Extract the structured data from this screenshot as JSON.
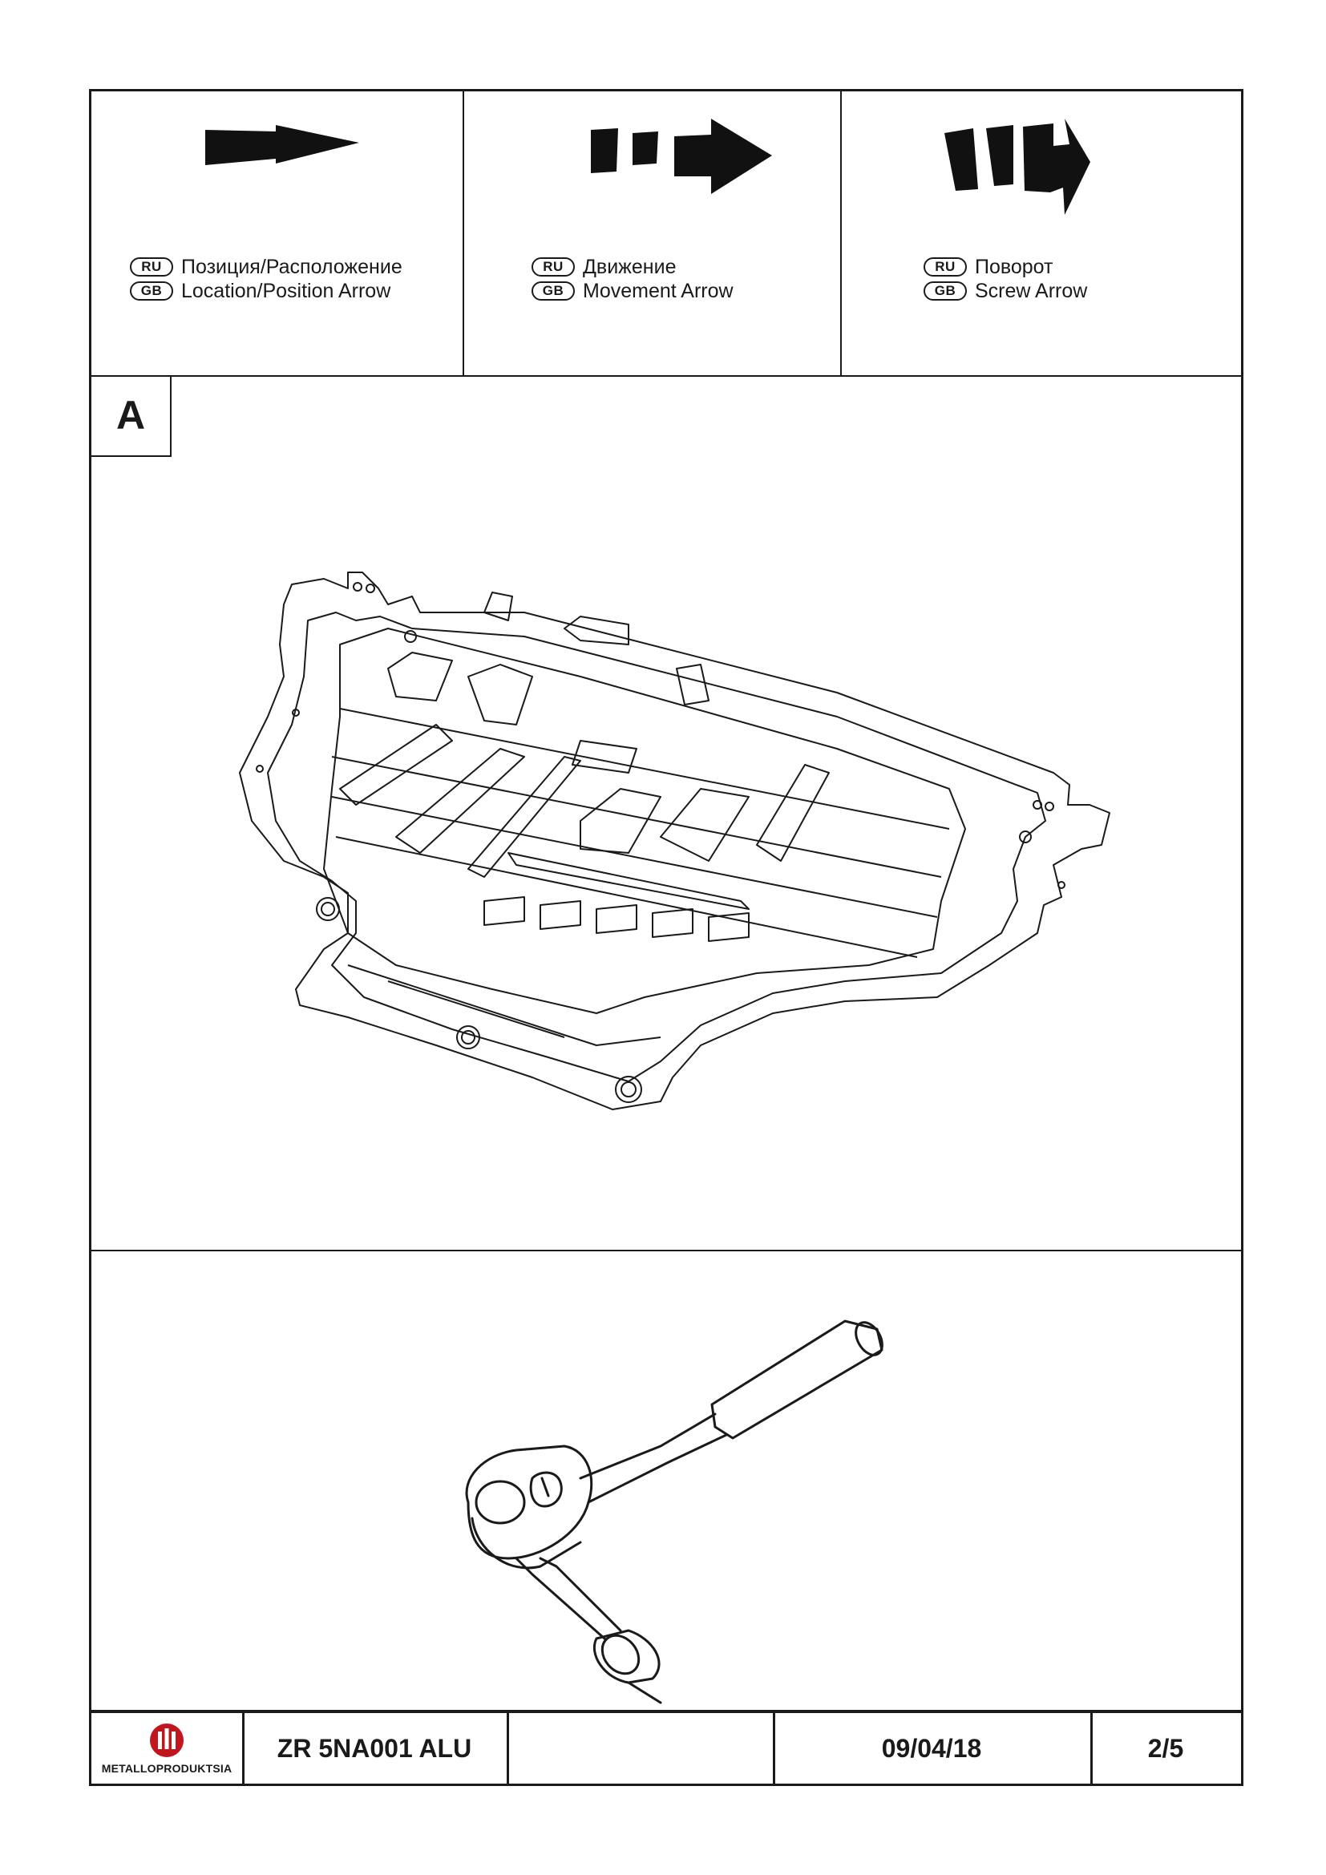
{
  "legend": [
    {
      "icon": "location-arrow-icon",
      "ru_badge": "RU",
      "gb_badge": "GB",
      "ru_text": "Позиция/Расположение",
      "gb_text": "Location/Position Arrow"
    },
    {
      "icon": "movement-arrow-icon",
      "ru_badge": "RU",
      "gb_badge": "GB",
      "ru_text": "Движение",
      "gb_text": "Movement Arrow"
    },
    {
      "icon": "screw-arrow-icon",
      "ru_badge": "RU",
      "gb_badge": "GB",
      "ru_text": "Поворот",
      "gb_text": "Screw Arrow"
    }
  ],
  "section_label": "A",
  "footer": {
    "logo_text": "METALLOPRODUKTSIA",
    "part_number": "ZR 5NA001 ALU",
    "blank": "",
    "date": "09/04/18",
    "page": "2/5"
  }
}
